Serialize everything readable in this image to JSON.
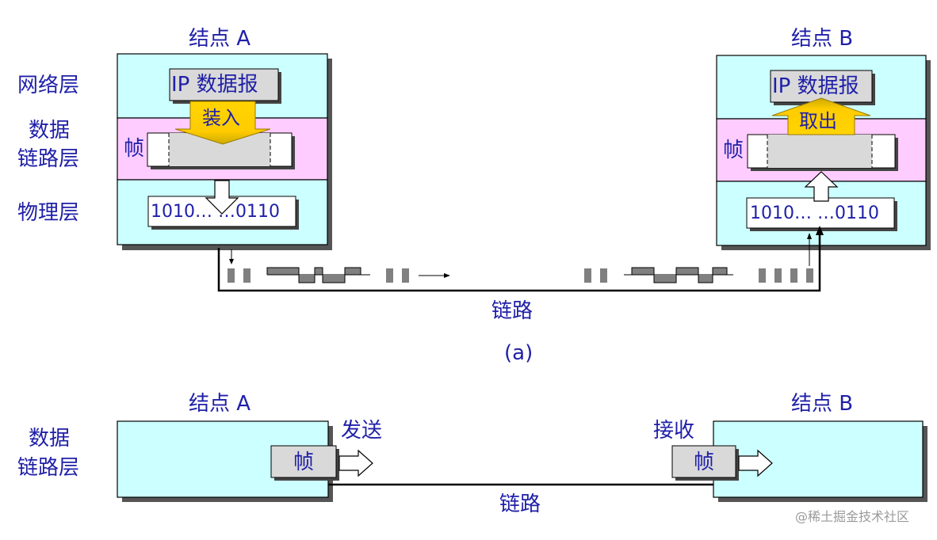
{
  "diagram_a": {
    "node_a_title": "结点 A",
    "node_b_title": "结点 B",
    "layer_network": "网络层",
    "layer_datalink_line1": "数据",
    "layer_datalink_line2": "链路层",
    "layer_physical": "物理层",
    "ip_datagram": "IP 数据报",
    "encapsulate": "装入",
    "extract": "取出",
    "frame": "帧",
    "bits_a": "1010… …0110",
    "bits_b": "1010… …0110",
    "link": "链路",
    "caption": "(a)"
  },
  "diagram_b": {
    "node_a_title": "结点 A",
    "node_b_title": "结点 B",
    "layer_datalink_line1": "数据",
    "layer_datalink_line2": "链路层",
    "send": "发送",
    "receive": "接收",
    "frame_a": "帧",
    "frame_b": "帧",
    "link": "链路"
  },
  "watermark": "@稀土掘金技术社区",
  "colors": {
    "network_layer": "#ccffff",
    "datalink_layer": "#ffccff",
    "physical_layer": "#ccffff",
    "text": "#1f1fa8",
    "frame_fill": "#d9d9d9",
    "arrow_yellow": "#ffcc00"
  }
}
